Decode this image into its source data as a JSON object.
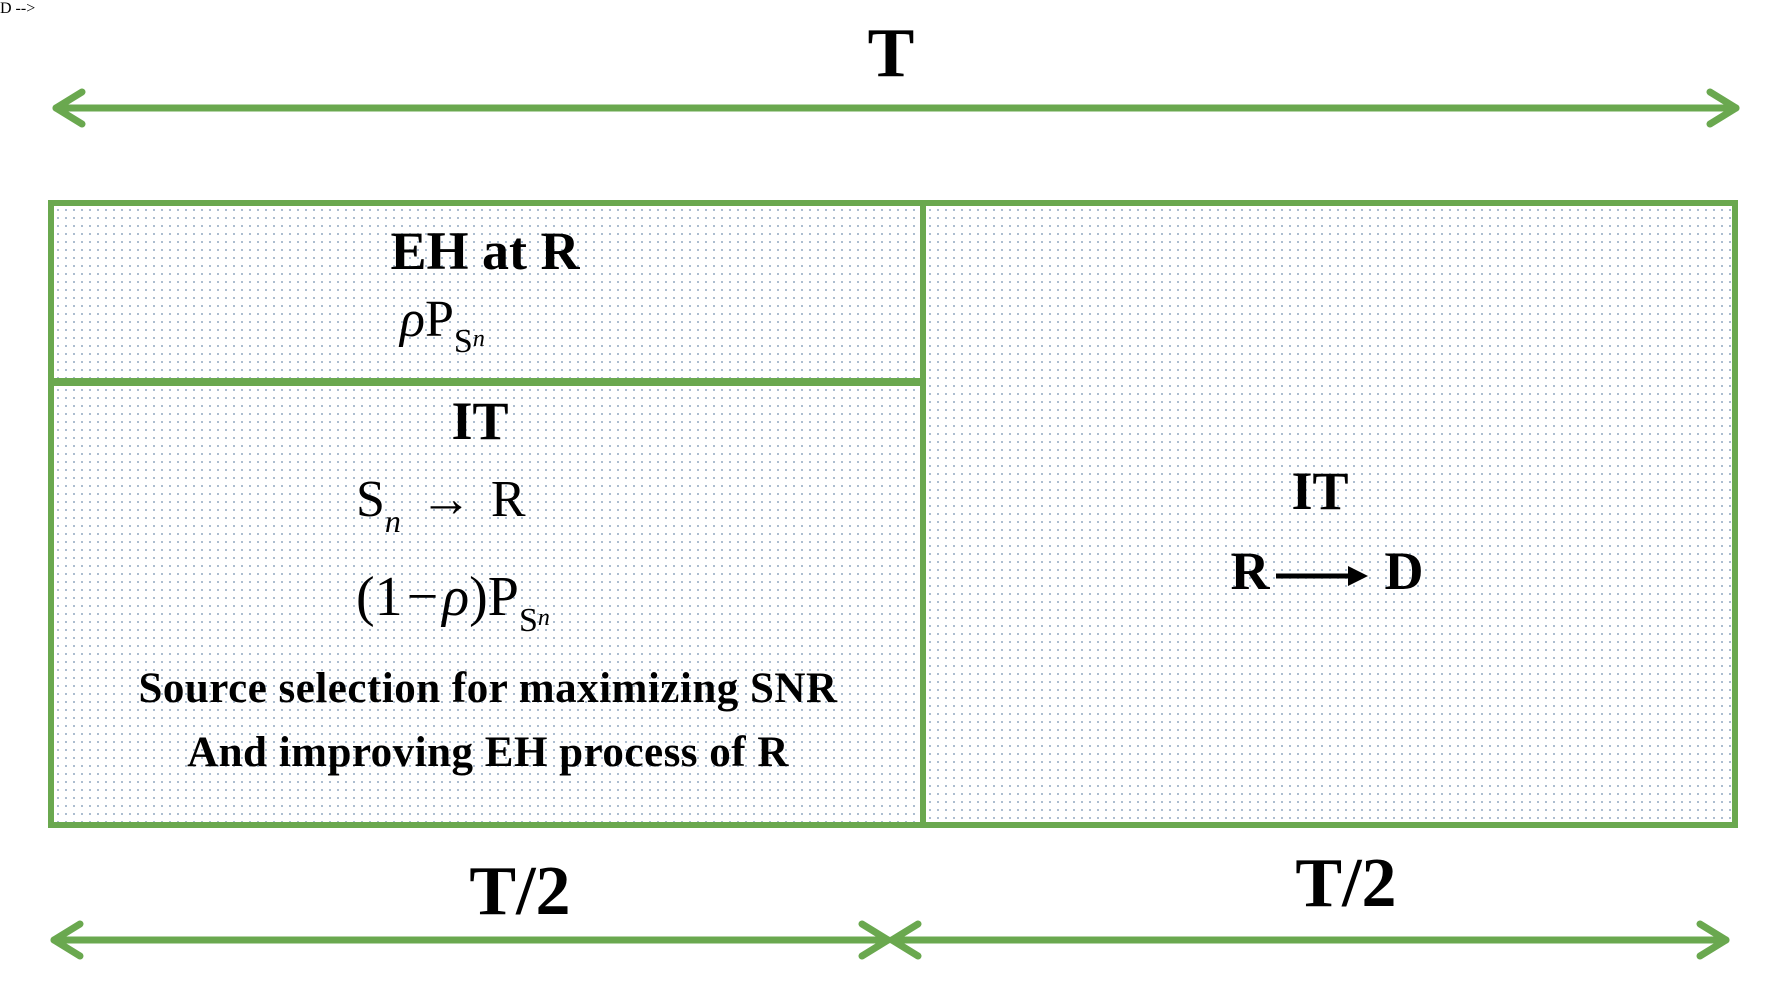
{
  "diagram": {
    "total_period_label": "T",
    "half_period_left_label": "T/2",
    "half_period_right_label": "T/2",
    "left_top_block": {
      "title": "EH at R",
      "formula_symbol": "ρ",
      "formula_power": "P",
      "formula_sub": "S",
      "formula_subsub": "n"
    },
    "left_bottom_block": {
      "title": "IT",
      "link_from": "S",
      "link_from_sub": "n",
      "link_arrow": "→",
      "link_to": "R",
      "power_open": "(1",
      "power_minus": "−",
      "power_rho": "ρ",
      "power_close": ")",
      "power_P": "P",
      "power_sub": "S",
      "power_subsub": "n",
      "desc_line1": "Source selection for maximizing SNR",
      "desc_line2": "And improving EH process of R"
    },
    "right_block": {
      "title": "IT",
      "link_from": "R",
      "link_to": "D"
    },
    "colors": {
      "frame_green": "#6aa84f",
      "dot_blue": "#9fb3c8"
    }
  }
}
